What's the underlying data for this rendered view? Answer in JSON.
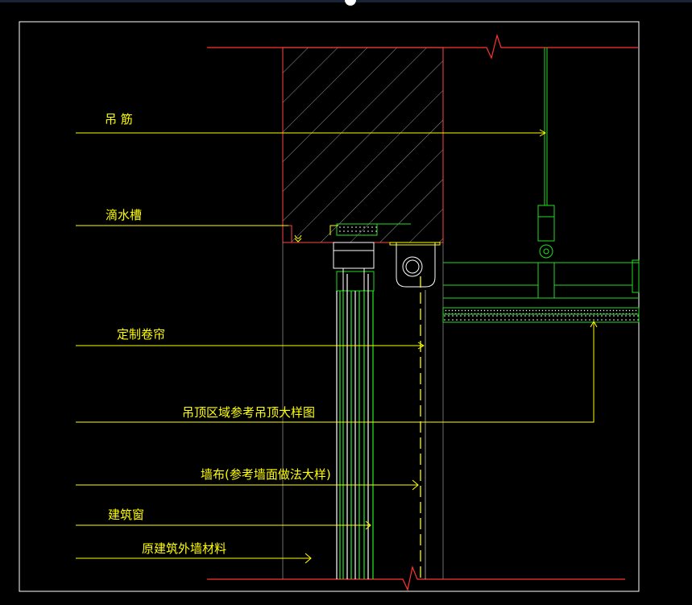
{
  "drawing": {
    "colors": {
      "background": "#000000",
      "annotation": "#ffff00",
      "structure": "#ff4444",
      "frame": "#ffffff",
      "glazing": "#22ee22",
      "ceiling": "#22cc22",
      "fill_pattern": "#cccccc"
    },
    "labels": {
      "hanger_rod": "吊 筋",
      "drip_groove": "滴水槽",
      "custom_blind": "定制卷帘",
      "ceiling_area": "吊顶区域参考吊顶大样图",
      "wall_cloth": "墙布(参考墙面做法大样)",
      "building_window": "建筑窗",
      "original_wall": "原建筑外墙材料"
    }
  }
}
